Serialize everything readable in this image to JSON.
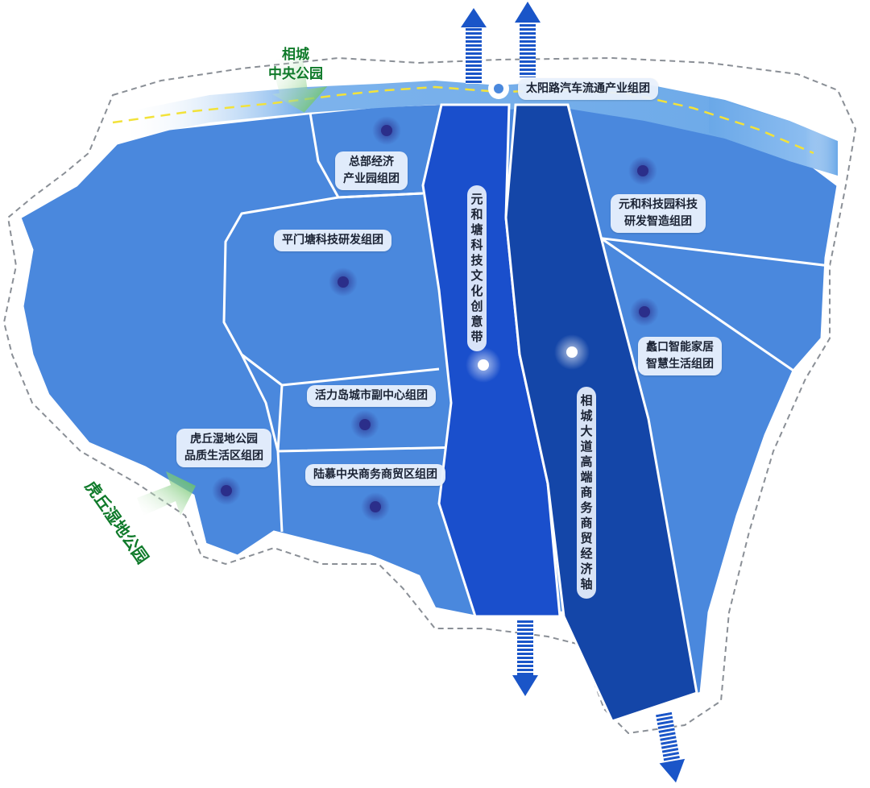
{
  "parks": {
    "central_park_line1": "相城",
    "central_park_line2": "中央公园",
    "huqiu_park": "虎丘湿地公园"
  },
  "clusters": {
    "taiyang": "太阳路汽车流通产业组团",
    "hq_line1": "总部经济",
    "hq_line2": "产业园组团",
    "pingmentang": "平门塘科技研发组团",
    "yuanhe_tech_line1": "元和科技园科技",
    "yuanhe_tech_line2": "研发智造组团",
    "likou_line1": "蠡口智能家居",
    "likou_line2": "智慧生活组团",
    "huolidao": "活力岛城市副中心组团",
    "huqiu_line1": "虎丘湿地公园",
    "huqiu_line2": "品质生活区组团",
    "lumu": "陆慕中央商务商贸区组团"
  },
  "belts": {
    "yuanhetang": "元和塘科技文化创意带",
    "xiangcheng_avenue": "相城大道高端商务商贸经济轴"
  },
  "colors": {
    "district_fill": "#4a88dd",
    "belt_light": "#1a4fcc",
    "belt_dark": "#1446a8",
    "river": "#6aa8e8",
    "boundary_line": "#ffffff",
    "park_arrow": "#4fb84a",
    "park_text": "#0f7a2a",
    "transport_arrow": "#1a55c8",
    "road_dash": "#f2e23a"
  }
}
